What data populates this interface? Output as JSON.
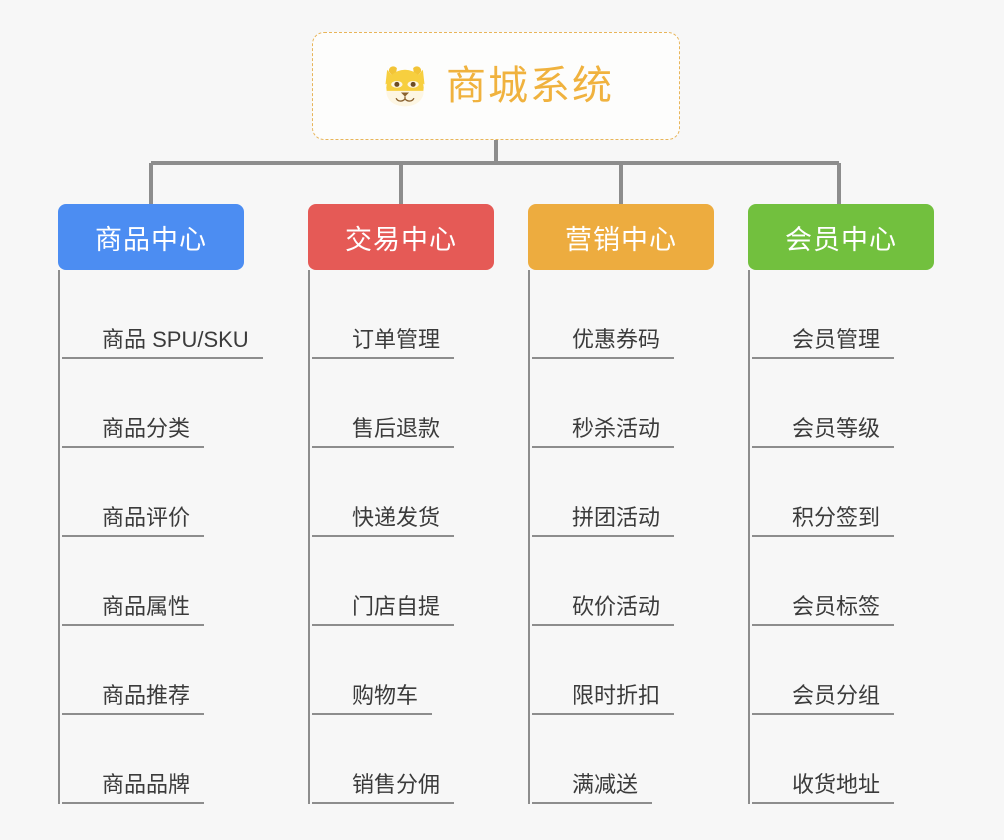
{
  "root": {
    "title": "商城系统",
    "icon": "shiba-dog-face-icon",
    "border_color": "#e8b55a",
    "text_color": "#f0b23e",
    "background": "#fdfdfc"
  },
  "canvas": {
    "background": "#f7f7f7",
    "line_color": "#8d8d8d"
  },
  "branches": [
    {
      "label": "商品中心",
      "color": "#4c8df2",
      "items": [
        {
          "label": "商品 SPU/SKU"
        },
        {
          "label": "商品分类"
        },
        {
          "label": "商品评价"
        },
        {
          "label": "商品属性"
        },
        {
          "label": "商品推荐"
        },
        {
          "label": "商品品牌"
        }
      ]
    },
    {
      "label": "交易中心",
      "color": "#e55a56",
      "items": [
        {
          "label": "订单管理"
        },
        {
          "label": "售后退款"
        },
        {
          "label": "快递发货"
        },
        {
          "label": "门店自提"
        },
        {
          "label": "购物车"
        },
        {
          "label": "销售分佣"
        }
      ]
    },
    {
      "label": "营销中心",
      "color": "#edac3f",
      "items": [
        {
          "label": "优惠券码"
        },
        {
          "label": "秒杀活动"
        },
        {
          "label": "拼团活动"
        },
        {
          "label": "砍价活动"
        },
        {
          "label": "限时折扣"
        },
        {
          "label": "满减送"
        }
      ]
    },
    {
      "label": "会员中心",
      "color": "#72c03e",
      "items": [
        {
          "label": "会员管理"
        },
        {
          "label": "会员等级"
        },
        {
          "label": "积分签到"
        },
        {
          "label": "会员标签"
        },
        {
          "label": "会员分组"
        },
        {
          "label": "收货地址"
        }
      ]
    }
  ]
}
